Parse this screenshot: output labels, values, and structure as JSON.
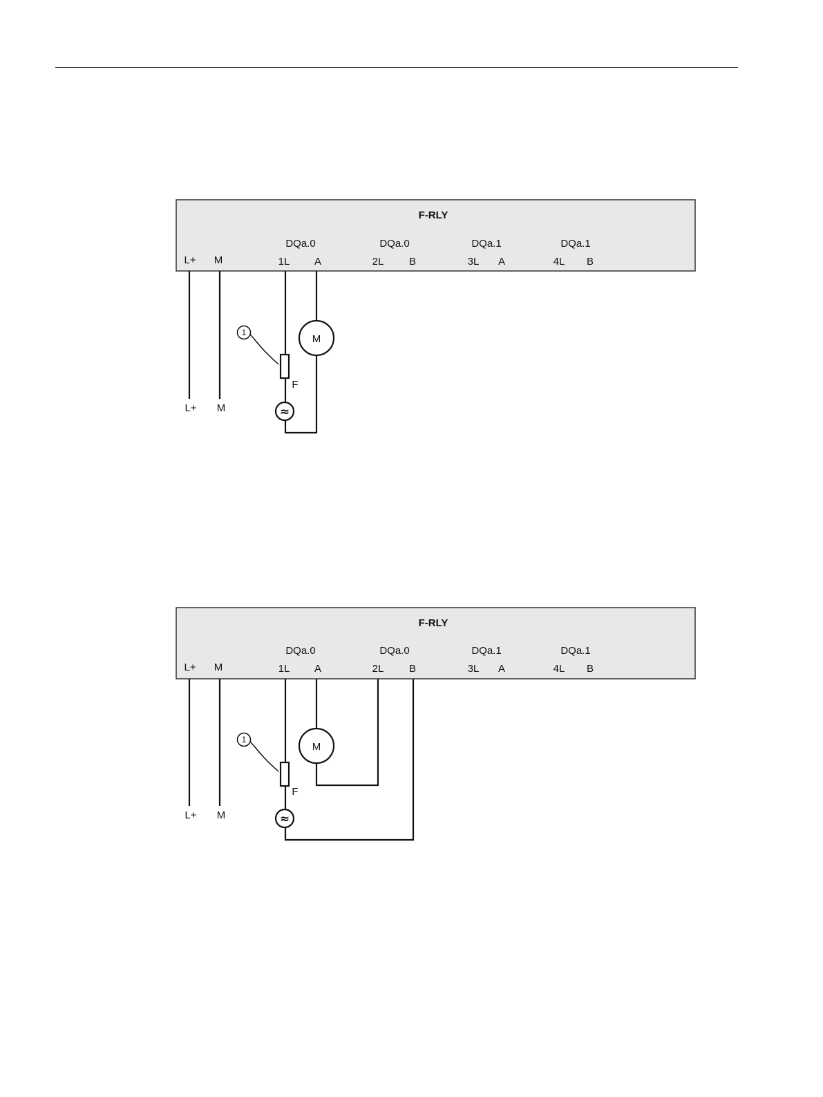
{
  "diagrams": [
    {
      "module_title": "F-RLY",
      "channel_labels": [
        "DQa.0",
        "DQa.0",
        "DQa.1",
        "DQa.1"
      ],
      "terminal_labels": [
        "L+",
        "M",
        "1L",
        "A",
        "2L",
        "B",
        "3L",
        "A",
        "4L",
        "B"
      ],
      "bottom_labels": [
        "L+",
        "M"
      ],
      "motor_label": "M",
      "source_symbol": "≈",
      "fuse_label": "F",
      "callout_number": "1"
    },
    {
      "module_title": "F-RLY",
      "channel_labels": [
        "DQa.0",
        "DQa.0",
        "DQa.1",
        "DQa.1"
      ],
      "terminal_labels": [
        "L+",
        "M",
        "1L",
        "A",
        "2L",
        "B",
        "3L",
        "A",
        "4L",
        "B"
      ],
      "bottom_labels": [
        "L+",
        "M"
      ],
      "motor_label": "M",
      "source_symbol": "≈",
      "fuse_label": "F",
      "callout_number": "1"
    }
  ]
}
